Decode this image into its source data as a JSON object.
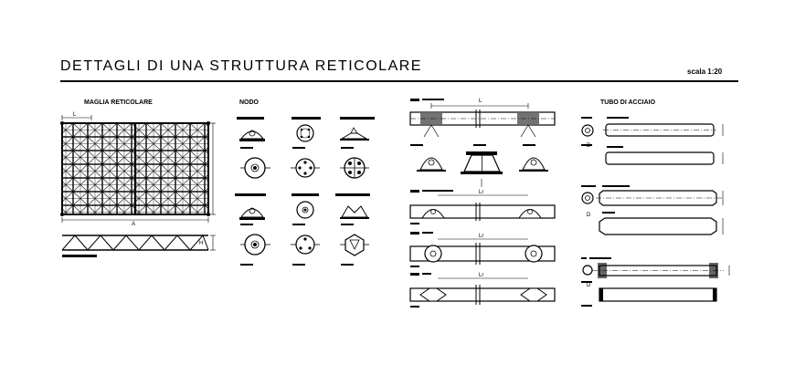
{
  "drawing": {
    "title": "DETTAGLI DI UNA STRUTTURA RETICOLARE",
    "scale": "scala 1:20"
  },
  "sections": {
    "maglia": "MAGLIA RETICOLARE",
    "nodo": "NODO",
    "tubo": "TUBO DI ACCIAIO"
  },
  "dimension_labels": {
    "L": "L",
    "A": "A",
    "H": "H",
    "Lr": "Lr",
    "D": "D"
  }
}
